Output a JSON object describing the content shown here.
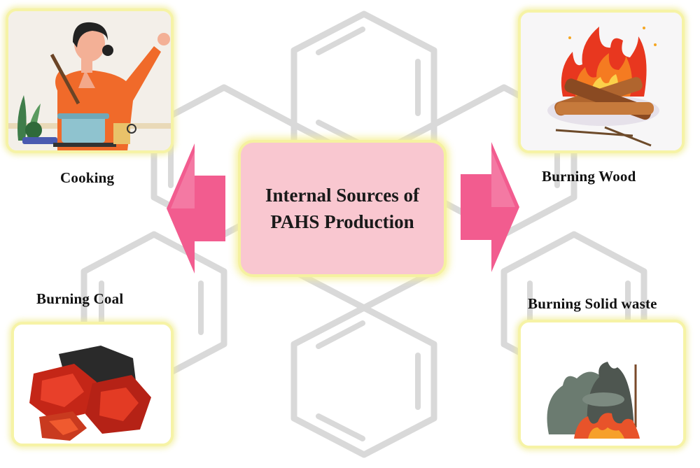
{
  "center": {
    "title_line1": "Internal Sources of",
    "title_line2": "PAHS Production"
  },
  "sources": {
    "cooking": "Cooking",
    "burning_wood": "Burning Wood",
    "burning_coal": "Burning Coal",
    "burning_solid_waste": "Burning Solid waste"
  },
  "colors": {
    "center_fill": "#f9c7d0",
    "card_border": "#f6f3a6",
    "arrow": "#f25c8f",
    "hexagon_stroke": "#d9d9d9"
  },
  "icons": {
    "cooking": "person-cooking-illustration",
    "burning_wood": "campfire-illustration",
    "burning_coal": "burning-coal-illustration",
    "burning_solid_waste": "burning-garbage-bags-illustration"
  }
}
